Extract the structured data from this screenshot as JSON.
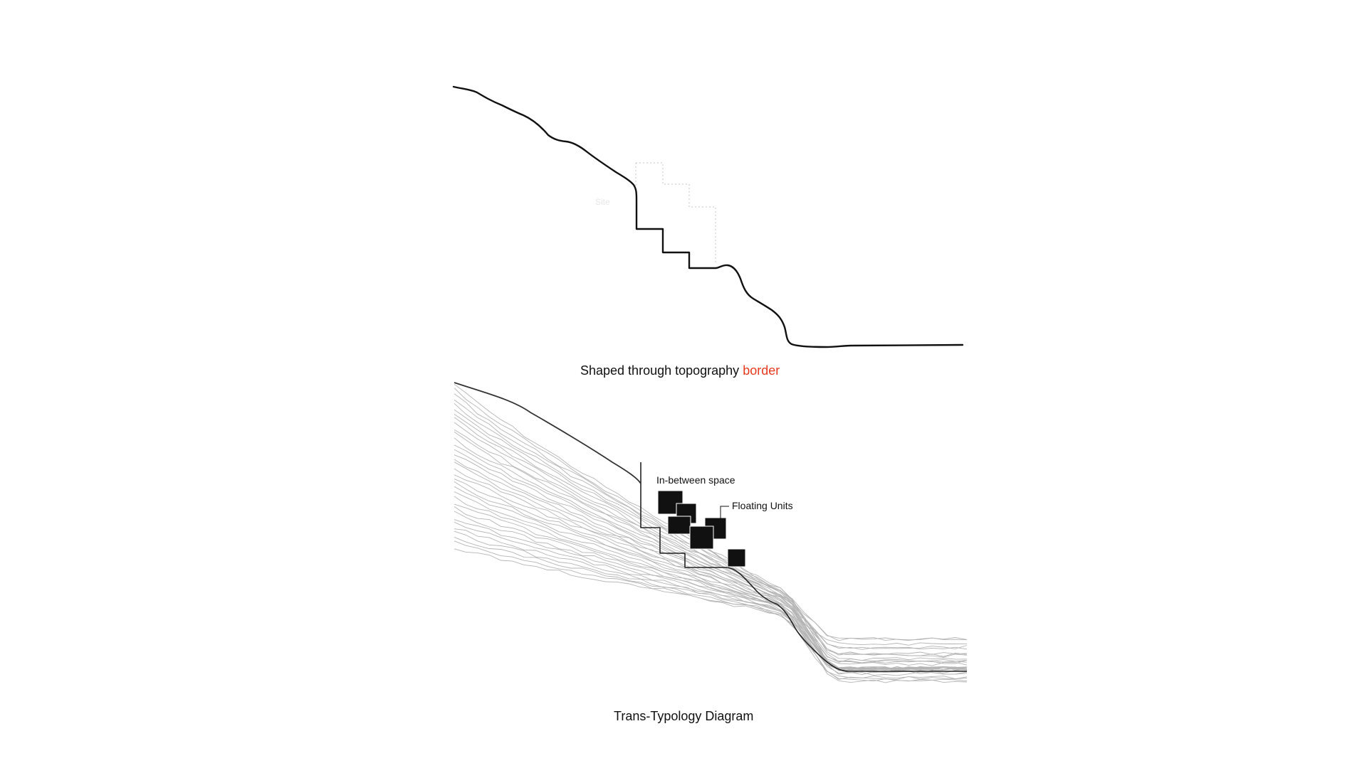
{
  "top_diagram": {
    "faint_label": "Site",
    "caption_prefix": "Shaped through topography ",
    "caption_highlight": "border"
  },
  "bottom_diagram": {
    "label_in_between": "In-between space",
    "label_floating_units": "Floating Units",
    "caption": "Trans-Typology Diagram"
  },
  "colors": {
    "background": "#ffffff",
    "profile_line": "#111111",
    "contour_lines": "#a8a8a8",
    "highlight": "#e8381c",
    "units": "#111111"
  }
}
